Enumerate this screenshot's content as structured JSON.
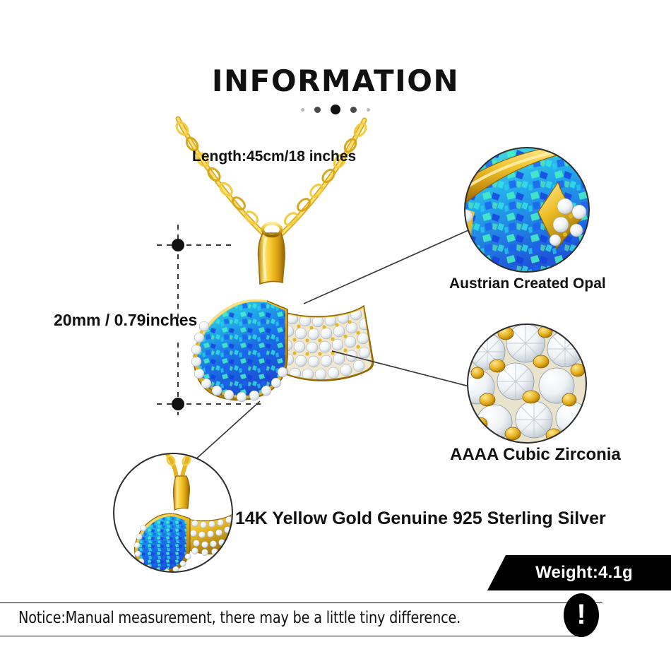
{
  "header": {
    "title": "INFORMATION",
    "divider_dots": [
      "small",
      "medium",
      "large",
      "medium",
      "small"
    ]
  },
  "measurements": {
    "chain_length_label": "Length:45cm/18 inches",
    "pendant_size_label": "20mm / 0.79inches"
  },
  "callouts": [
    {
      "id": "opal",
      "label": "Austrian Created Opal"
    },
    {
      "id": "cz",
      "label": "AAAA Cubic Zirconia"
    },
    {
      "id": "metal",
      "label": "14K Yellow Gold Genuine 925 Sterling Silver"
    }
  ],
  "weight": {
    "label": "Weight:4.1g"
  },
  "notice": {
    "text": "Notice:Manual measurement, there may be a little tiny difference.",
    "icon": "exclamation-icon",
    "icon_glyph": "!"
  },
  "colors": {
    "gold_light": "#ffe169",
    "gold": "#e8b320",
    "gold_dark": "#a87708",
    "opal_cyan": "#2ad6e0",
    "opal_blue": "#1357e8",
    "opal_green": "#36e6a0",
    "cz_white": "#f4f6f8",
    "ink": "#111111",
    "badge_bg": "#000000"
  }
}
